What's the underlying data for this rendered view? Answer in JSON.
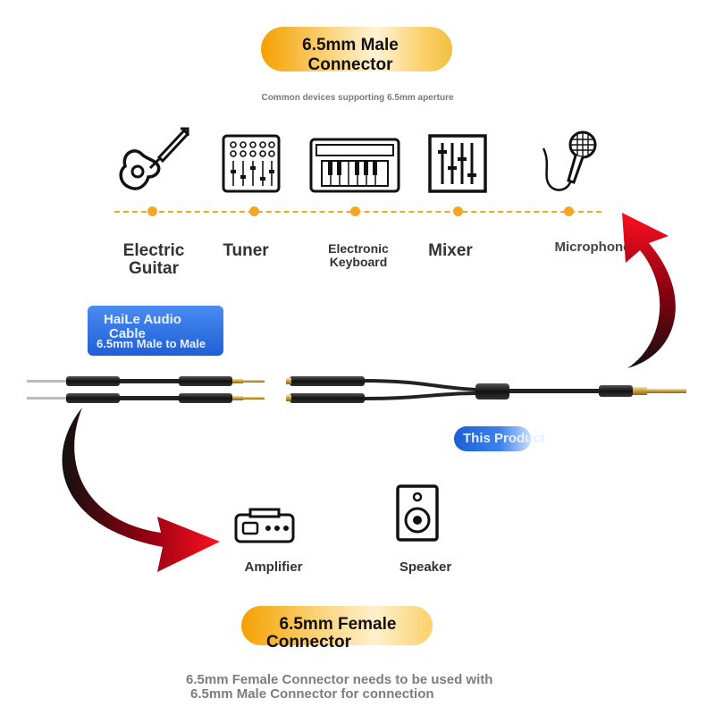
{
  "top_connector": {
    "title_line1": "6.5mm Male",
    "title_line2": "Connector"
  },
  "subtitle": "Common devices supporting 6.5mm aperture",
  "devices": [
    {
      "label_line1": "Electric",
      "label_line2": "Guitar",
      "icon": "electric-guitar-icon"
    },
    {
      "label_line1": "Tuner",
      "label_line2": "",
      "icon": "tuner-icon"
    },
    {
      "label_line1": "Electronic",
      "label_line2": "Keyboard",
      "icon": "keyboard-icon"
    },
    {
      "label_line1": "Mixer",
      "label_line2": "",
      "icon": "mixer-icon"
    },
    {
      "label_line1": "Microphone",
      "label_line2": "",
      "icon": "microphone-icon"
    }
  ],
  "cable_badge": {
    "line1": "HaiLe Audio",
    "line2": "Cable",
    "line3": "6.5mm Male to Male"
  },
  "product_badge": "This Product",
  "outputs": [
    {
      "label": "Amplifier",
      "icon": "amplifier-icon"
    },
    {
      "label": "Speaker",
      "icon": "speaker-icon"
    }
  ],
  "bottom_connector": {
    "title_line1": "6.5mm Female",
    "title_line2": "Connector"
  },
  "note": {
    "line1": "6.5mm Female Connector needs to be used with",
    "line2": "6.5mm Male Connector for connection"
  },
  "colors": {
    "accent_orange": "#f5a623",
    "badge_blue": "#1e5fd8",
    "arrow_red": "#e3001b"
  }
}
